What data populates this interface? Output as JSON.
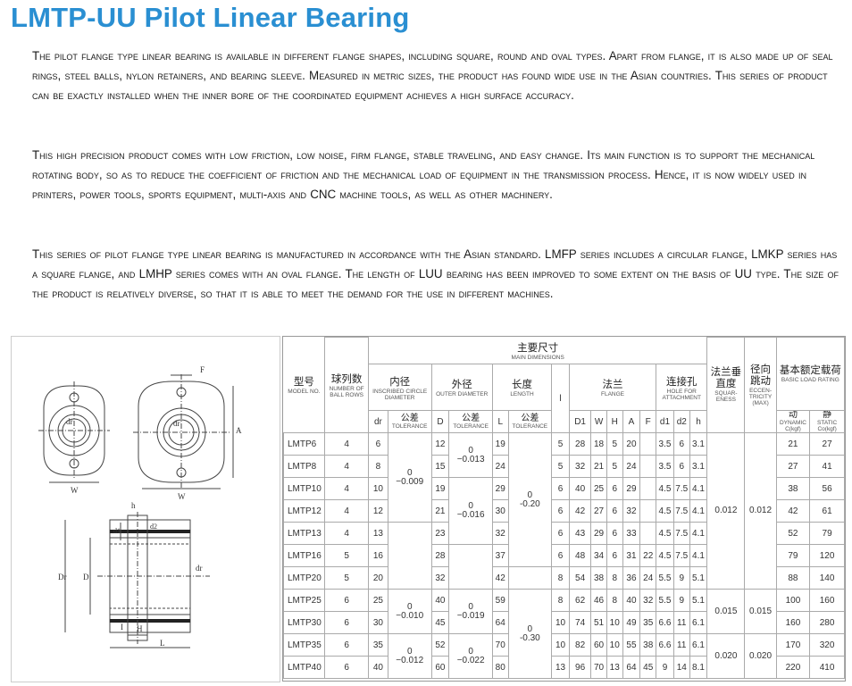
{
  "title": "LMTP-UU Pilot Linear Bearing",
  "paragraphs": [
    "The pilot flange type linear bearing is available in different flange shapes, including square, round and oval types. Apart from flange, it is also made up of seal rings, steel balls, nylon retainers, and bearing sleeve. Measured in metric sizes, the product has found wide use in the Asian countries. This series of product can be exactly installed when the inner bore of the coordinated equipment achieves a high surface accuracy.",
    "This high precision product comes with low friction, low noise, firm flange, stable traveling, and easy change. Its main function is to support the mechanical rotating body, so as to reduce the coefficient of friction and the mechanical load of equipment in the transmission process. Hence, it is now widely used in printers, power tools, sports equipment, multi-axis and CNC machine tools, as well as other machinery.",
    "This series of pilot flange type linear bearing is manufactured in accordance with the Asian standard. LMFP series includes a circular flange, LMKP series has a square flange, and LMHP series comes with an oval flange. The length of LUU bearing has been improved to some extent on the basis of UU type. The size of the product is relatively diverse, so that it is able to meet the demand for the use in different machines."
  ],
  "drawing": {
    "labels": [
      "F",
      "A",
      "dr",
      "W",
      "W",
      "dr",
      "h",
      "d1",
      "d2",
      "Dr",
      "D",
      "dr",
      "I",
      "H",
      "L"
    ]
  },
  "table": {
    "main_dims_zh": "主要尺寸",
    "main_dims_en": "MAIN DIMENSIONS",
    "model_zh": "型号",
    "model_en": "MODEL NO.",
    "balls_zh": "球列数",
    "balls_en": "NUMBER OF BALL ROWS",
    "id_zh": "内径",
    "id_en": "INSCRIBED CIRCLE DIAMETER",
    "od_zh": "外径",
    "od_en": "OUTER DIAMETER",
    "len_zh": "长度",
    "len_en": "LENGTH",
    "flange_zh": "法兰",
    "flange_en": "FLANGE",
    "hole_zh": "连接孔",
    "hole_en": "HOLE FOR ATTACHMENT",
    "sq_zh": "法兰垂直度",
    "sq_en": "SQUAR- ENESS",
    "ecc_zh": "径向跳动",
    "ecc_en": "ECCEN- TRICITY (MAX)",
    "load_zh": "基本额定载荷",
    "load_en": "BASIC LOAD RATING",
    "dyn_zh": "动",
    "dyn_en": "DYNAMIC C(kgf)",
    "sta_zh": "静",
    "sta_en": "STATIC Co(kgf)",
    "tol_zh": "公差",
    "tol_en": "TOLERANCE",
    "sub": {
      "dr": "dr",
      "D": "D",
      "L": "L",
      "l": "l",
      "D1": "D1",
      "W": "W",
      "H": "H",
      "A": "A",
      "F": "F",
      "d1": "d1",
      "d2": "d2",
      "h": "h"
    },
    "rows": [
      {
        "model": "LMTP6",
        "balls": "4",
        "dr": "6",
        "D": "12",
        "L": "19",
        "l": "5",
        "D1": "28",
        "W": "18",
        "H": "5",
        "A": "20",
        "F": "",
        "d1": "3.5",
        "d2": "6",
        "h": "3.1",
        "C": "21",
        "Co": "27"
      },
      {
        "model": "LMTP8",
        "balls": "4",
        "dr": "8",
        "D": "15",
        "L": "24",
        "l": "5",
        "D1": "32",
        "W": "21",
        "H": "5",
        "A": "24",
        "F": "",
        "d1": "3.5",
        "d2": "6",
        "h": "3.1",
        "C": "27",
        "Co": "41"
      },
      {
        "model": "LMTP10",
        "balls": "4",
        "dr": "10",
        "D": "19",
        "L": "29",
        "l": "6",
        "D1": "40",
        "W": "25",
        "H": "6",
        "A": "29",
        "F": "",
        "d1": "4.5",
        "d2": "7.5",
        "h": "4.1",
        "C": "38",
        "Co": "56"
      },
      {
        "model": "LMTP12",
        "balls": "4",
        "dr": "12",
        "D": "21",
        "L": "30",
        "l": "6",
        "D1": "42",
        "W": "27",
        "H": "6",
        "A": "32",
        "F": "",
        "d1": "4.5",
        "d2": "7.5",
        "h": "4.1",
        "C": "42",
        "Co": "61"
      },
      {
        "model": "LMTP13",
        "balls": "4",
        "dr": "13",
        "D": "23",
        "L": "32",
        "l": "6",
        "D1": "43",
        "W": "29",
        "H": "6",
        "A": "33",
        "F": "",
        "d1": "4.5",
        "d2": "7.5",
        "h": "4.1",
        "C": "52",
        "Co": "79"
      },
      {
        "model": "LMTP16",
        "balls": "5",
        "dr": "16",
        "D": "28",
        "L": "37",
        "l": "6",
        "D1": "48",
        "W": "34",
        "H": "6",
        "A": "31",
        "F": "22",
        "d1": "4.5",
        "d2": "7.5",
        "h": "4.1",
        "C": "79",
        "Co": "120"
      },
      {
        "model": "LMTP20",
        "balls": "5",
        "dr": "20",
        "D": "32",
        "L": "42",
        "l": "8",
        "D1": "54",
        "W": "38",
        "H": "8",
        "A": "36",
        "F": "24",
        "d1": "5.5",
        "d2": "9",
        "h": "5.1",
        "C": "88",
        "Co": "140"
      },
      {
        "model": "LMTP25",
        "balls": "6",
        "dr": "25",
        "D": "40",
        "L": "59",
        "l": "8",
        "D1": "62",
        "W": "46",
        "H": "8",
        "A": "40",
        "F": "32",
        "d1": "5.5",
        "d2": "9",
        "h": "5.1",
        "C": "100",
        "Co": "160"
      },
      {
        "model": "LMTP30",
        "balls": "6",
        "dr": "30",
        "D": "45",
        "L": "64",
        "l": "10",
        "D1": "74",
        "W": "51",
        "H": "10",
        "A": "49",
        "F": "35",
        "d1": "6.6",
        "d2": "11",
        "h": "6.1",
        "C": "160",
        "Co": "280"
      },
      {
        "model": "LMTP35",
        "balls": "6",
        "dr": "35",
        "D": "52",
        "L": "70",
        "l": "10",
        "D1": "82",
        "W": "60",
        "H": "10",
        "A": "55",
        "F": "38",
        "d1": "6.6",
        "d2": "11",
        "h": "6.1",
        "C": "170",
        "Co": "320"
      },
      {
        "model": "LMTP40",
        "balls": "6",
        "dr": "40",
        "D": "60",
        "L": "80",
        "l": "13",
        "D1": "96",
        "W": "70",
        "H": "13",
        "A": "64",
        "F": "45",
        "d1": "9",
        "d2": "14",
        "h": "8.1",
        "C": "220",
        "Co": "410"
      }
    ],
    "tol_dr": [
      "0\n−0.009",
      "0\n−0.010",
      "0\n−0.012"
    ],
    "tol_D": [
      "0\n−0.013",
      "0\n−0.016",
      "0\n−0.019",
      "0\n−0.022"
    ],
    "tol_L": [
      "0\n-0.20",
      "0\n-0.30"
    ],
    "squareness": [
      "0.012",
      "0.015",
      "0.020"
    ],
    "eccentricity": [
      "0.012",
      "0.015",
      "0.020"
    ]
  }
}
